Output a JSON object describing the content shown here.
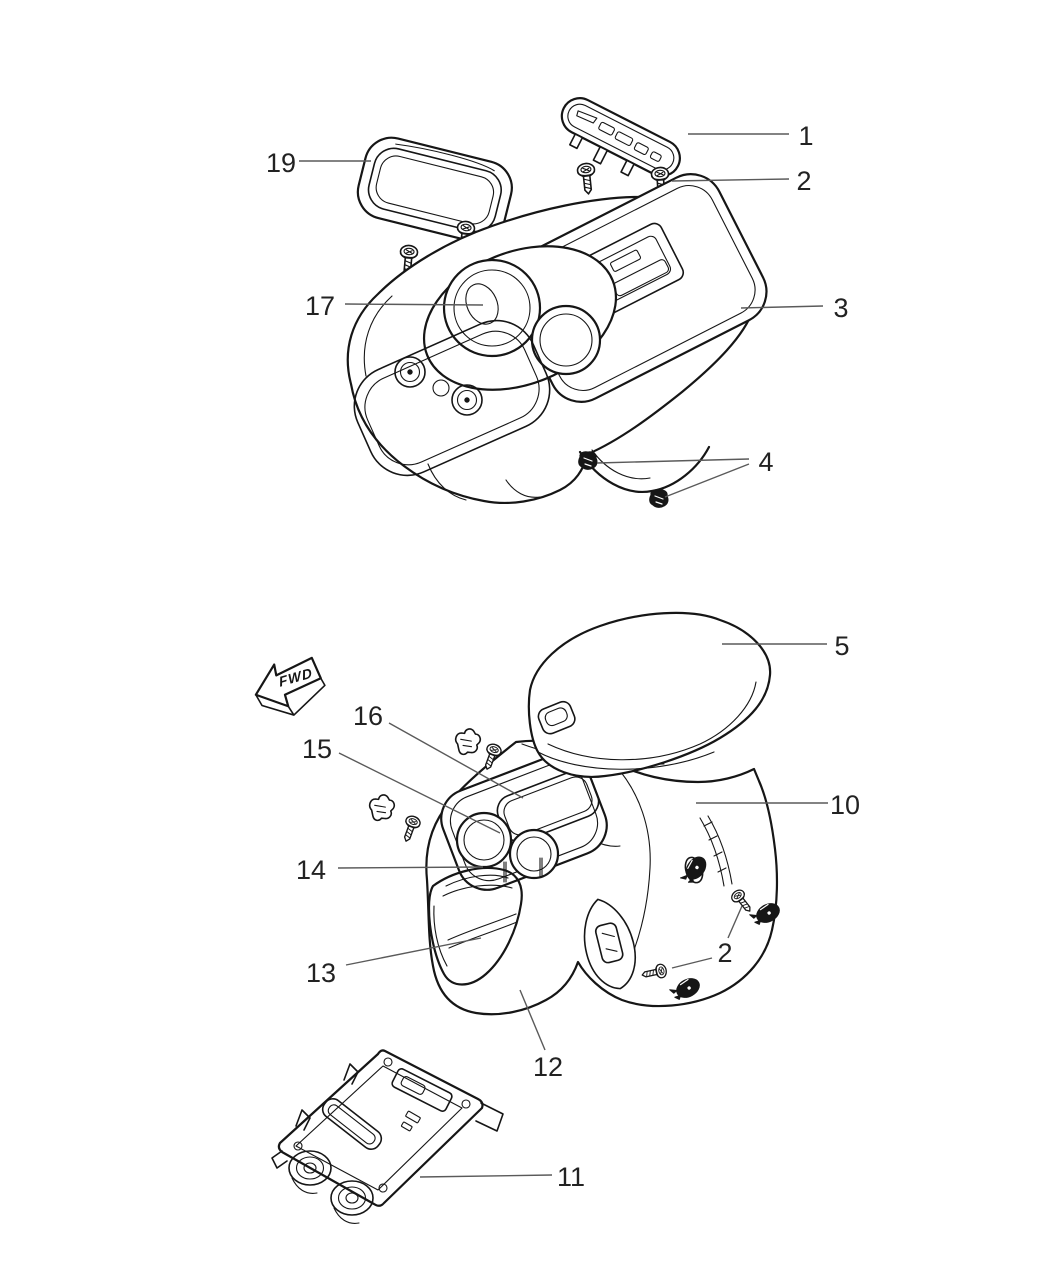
{
  "fwd_label": "FWD",
  "callouts": {
    "c1": "1",
    "c2_top": "2",
    "c19": "19",
    "c17": "17",
    "c3": "3",
    "c4": "4",
    "c5": "5",
    "c10": "10",
    "c16": "16",
    "c15": "15",
    "c14": "14",
    "c13": "13",
    "c2_bottom": "2",
    "c12": "12",
    "c11": "11"
  },
  "colors": {
    "background": "#ffffff",
    "line": "#161616",
    "leader": "#5a5a5a",
    "label_text": "#222222"
  }
}
